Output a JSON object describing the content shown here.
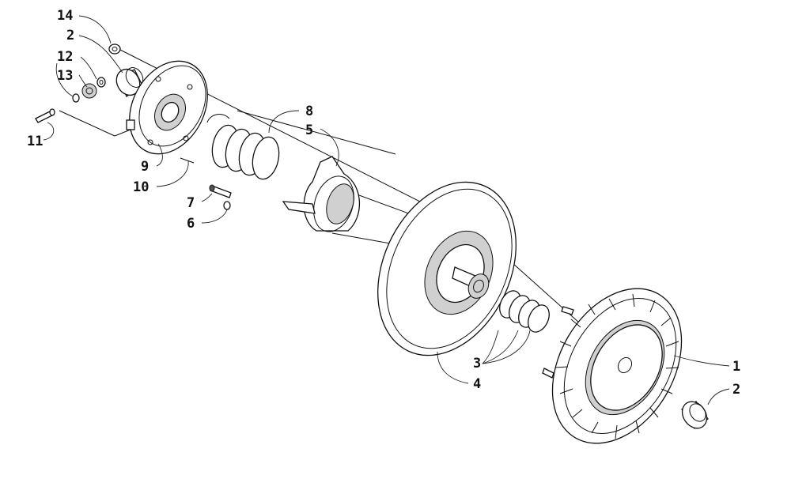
{
  "diagram": {
    "callouts": [
      {
        "id": "c14",
        "label": "14"
      },
      {
        "id": "c2a",
        "label": "2"
      },
      {
        "id": "c12",
        "label": "12"
      },
      {
        "id": "c13",
        "label": "13"
      },
      {
        "id": "c11",
        "label": "11"
      },
      {
        "id": "c9",
        "label": "9"
      },
      {
        "id": "c10",
        "label": "10"
      },
      {
        "id": "c8",
        "label": "8"
      },
      {
        "id": "c5",
        "label": "5"
      },
      {
        "id": "c7",
        "label": "7"
      },
      {
        "id": "c6",
        "label": "6"
      },
      {
        "id": "c3",
        "label": "3"
      },
      {
        "id": "c4",
        "label": "4"
      },
      {
        "id": "c1",
        "label": "1"
      },
      {
        "id": "c2b",
        "label": "2"
      }
    ]
  }
}
